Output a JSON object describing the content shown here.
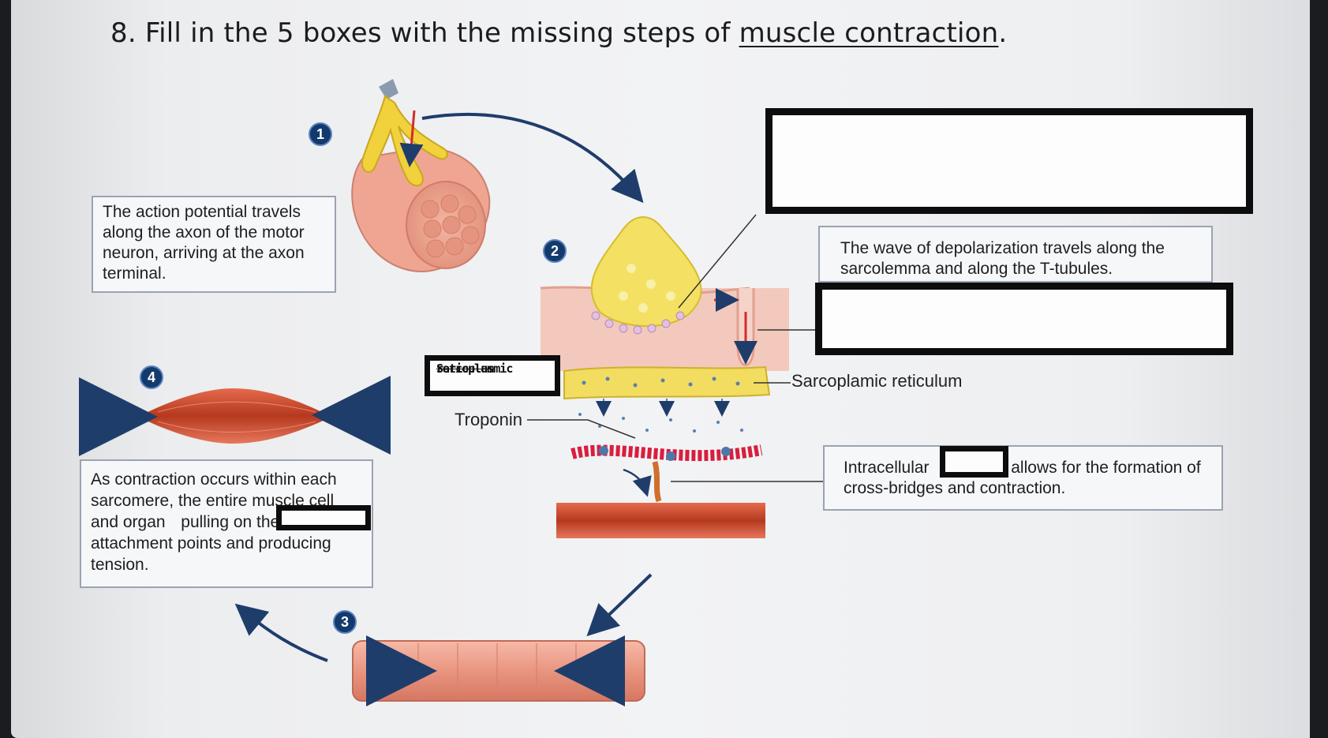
{
  "question": {
    "prefix": "8. Fill in the 5 boxes with the missing steps of ",
    "underlined": "muscle contraction",
    "suffix": "."
  },
  "steps": [
    "1",
    "2",
    "3",
    "4"
  ],
  "boxes": {
    "step1_text": "The action potential travels along the axon of the motor neuron, arriving at the axon terminal.",
    "depolarization_text": "The wave of depolarization travels along the sarcolemma and along the T-tubules.",
    "intracellular_before": "Intracellular",
    "intracellular_after": "allows for the formation of cross-bridges and contraction.",
    "step4_line1": "As contraction occurs within each sarcomere, the entire muscle cell and organ",
    "step4_line2": "pulling on the attachment points and producing tension."
  },
  "labels": {
    "sarcoplasmic_reticulum": "Sarcoplamic reticulum",
    "troponin": "Troponin",
    "handwritten_line1": "Sarcoplasmic",
    "handwritten_line2": "reticulum"
  },
  "colors": {
    "step_badge": "#123a6c",
    "muscle": "#e89a84",
    "neuron": "#f1d13c",
    "arrow": "#2b4a7a"
  }
}
